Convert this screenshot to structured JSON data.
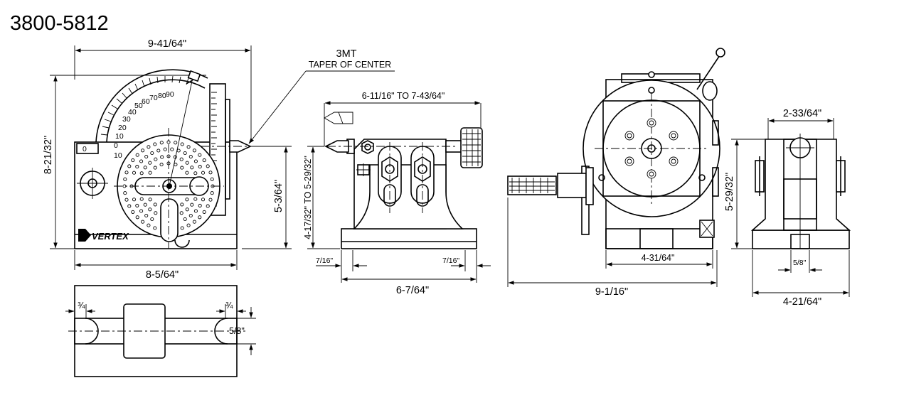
{
  "title": "3800-5812",
  "brand": "VERTEX",
  "callout": {
    "line1": "3MT",
    "line2": "TAPER OF CENTER"
  },
  "front_view": {
    "width_top": "9-41/64\"",
    "height_left": "8-21/32\"",
    "center_height": "5-3/64\"",
    "base_width": "8-5/64\"",
    "scale_zero": "0",
    "scale_labels": [
      "10",
      "0",
      "10",
      "20",
      "30",
      "40",
      "50",
      "60",
      "70",
      "80",
      "90"
    ]
  },
  "tailstock_view": {
    "center_span": "6-11/16\" TO 7-43/64\"",
    "center_height": "4-17/32\" TO 5-29/32\"",
    "slot_left": "7/16\"",
    "slot_right": "7/16\"",
    "base_length": "6-7/64\""
  },
  "side_view": {
    "overall_width": "9-1/16\"",
    "base_width": "4-31/64\""
  },
  "end_view": {
    "top_width": "2-33/64\"",
    "height": "5-29/32\"",
    "key_width": "5/8\"",
    "base_width": "4-21/64\""
  },
  "base_plan": {
    "slot_left": "¾",
    "slot_right": "¾",
    "key_width": "5/8\""
  }
}
